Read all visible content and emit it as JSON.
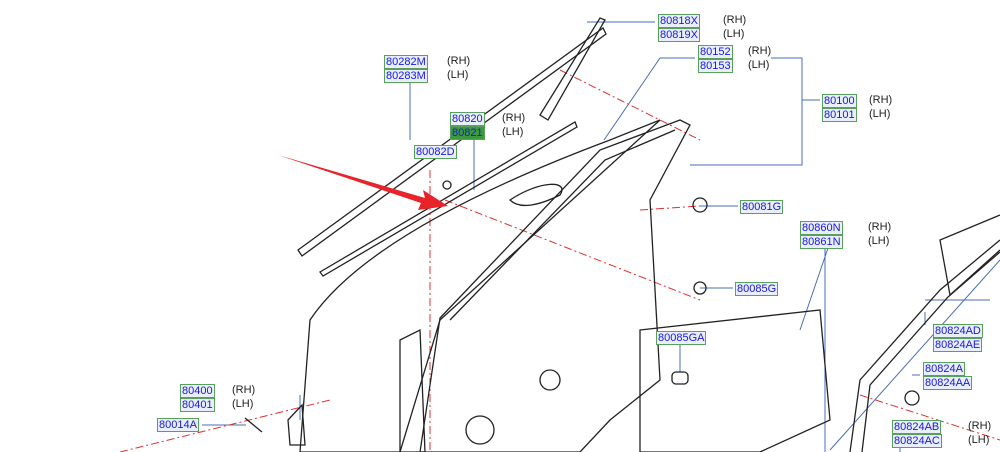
{
  "parts": [
    {
      "id": "p80818X",
      "code": "80818X",
      "side": "(RH)"
    },
    {
      "id": "p80819X",
      "code": "80819X",
      "side": "(LH)"
    },
    {
      "id": "p80152",
      "code": "80152",
      "side": "(RH)"
    },
    {
      "id": "p80153",
      "code": "80153",
      "side": "(LH)"
    },
    {
      "id": "p80100",
      "code": "80100",
      "side": "(RH)"
    },
    {
      "id": "p80101",
      "code": "80101",
      "side": "(LH)"
    },
    {
      "id": "p80282M",
      "code": "80282M",
      "side": "(RH)"
    },
    {
      "id": "p80283M",
      "code": "80283M",
      "side": "(LH)"
    },
    {
      "id": "p80820",
      "code": "80820",
      "side": "(RH)"
    },
    {
      "id": "p80821",
      "code": "80821",
      "side": "(LH)",
      "highlighted": true
    },
    {
      "id": "p80082D",
      "code": "80082D",
      "side": ""
    },
    {
      "id": "p80081G",
      "code": "80081G",
      "side": ""
    },
    {
      "id": "p80860N",
      "code": "80860N",
      "side": "(RH)"
    },
    {
      "id": "p80861N",
      "code": "80861N",
      "side": "(LH)"
    },
    {
      "id": "p80085G",
      "code": "80085G",
      "side": ""
    },
    {
      "id": "p80085GA",
      "code": "80085GA",
      "side": ""
    },
    {
      "id": "p80400",
      "code": "80400",
      "side": "(RH)"
    },
    {
      "id": "p80401",
      "code": "80401",
      "side": "(LH)"
    },
    {
      "id": "p80014A",
      "code": "80014A",
      "side": ""
    },
    {
      "id": "p80824AD",
      "code": "80824AD",
      "side": ""
    },
    {
      "id": "p80824AE",
      "code": "80824AE",
      "side": ""
    },
    {
      "id": "p80824A",
      "code": "80824A",
      "side": ""
    },
    {
      "id": "p80824AA",
      "code": "80824AA",
      "side": ""
    },
    {
      "id": "p80824AB",
      "code": "80824AB",
      "side": "(RH)"
    },
    {
      "id": "p80824AC",
      "code": "80824AC",
      "side": "(LH)"
    }
  ],
  "colors": {
    "label_border": "#5aa05a",
    "label_text": "#1a1ad6",
    "highlight": "#3c9a3c",
    "arrow": "#e8232a",
    "leader": "#4a6fb5",
    "centerline": "#e03030"
  }
}
